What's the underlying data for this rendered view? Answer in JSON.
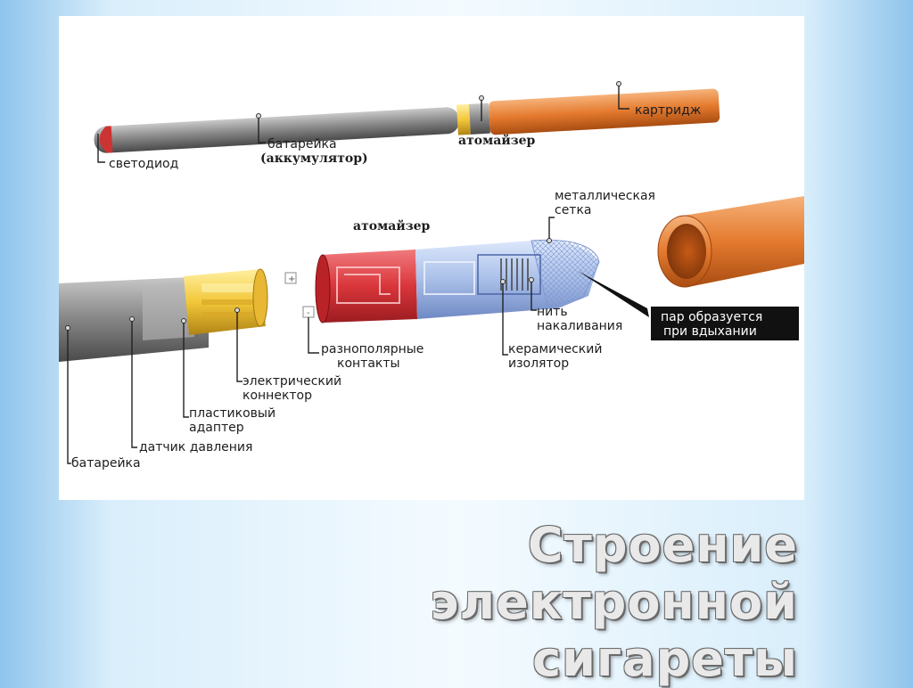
{
  "title": {
    "line1": "Строение электронной",
    "line2": "сигареты"
  },
  "labels": {
    "led": "светодиод",
    "battery_top_1": "батарейка",
    "battery_top_2": "(аккумулятор)",
    "atomizer_top": "атомайзер",
    "cartridge": "картридж",
    "metal_mesh_1": "металлическая",
    "metal_mesh_2": "сетка",
    "atomizer_mid": "атомайзер",
    "filament_1": "нить",
    "filament_2": "накаливания",
    "vapor_1": "пар образуется",
    "vapor_2": "при вдыхании",
    "contacts_1": "разнополярные",
    "contacts_2": "контакты",
    "insulator_1": "керамический",
    "insulator_2": "изолятор",
    "connector_1": "электрический",
    "connector_2": "коннектор",
    "adapter_1": "пластиковый",
    "adapter_2": "адаптер",
    "pressure_sensor": "датчик давления",
    "battery_bottom": "батарейка"
  },
  "colors": {
    "battery_gray": "#8a8a8a",
    "cartridge_orange": "#e8843a",
    "adapter_yellow": "#f2c73a",
    "atomizer_red": "#d9363b",
    "atomizer_blue": "#a9bfe8",
    "vapor_box": "#111111"
  }
}
